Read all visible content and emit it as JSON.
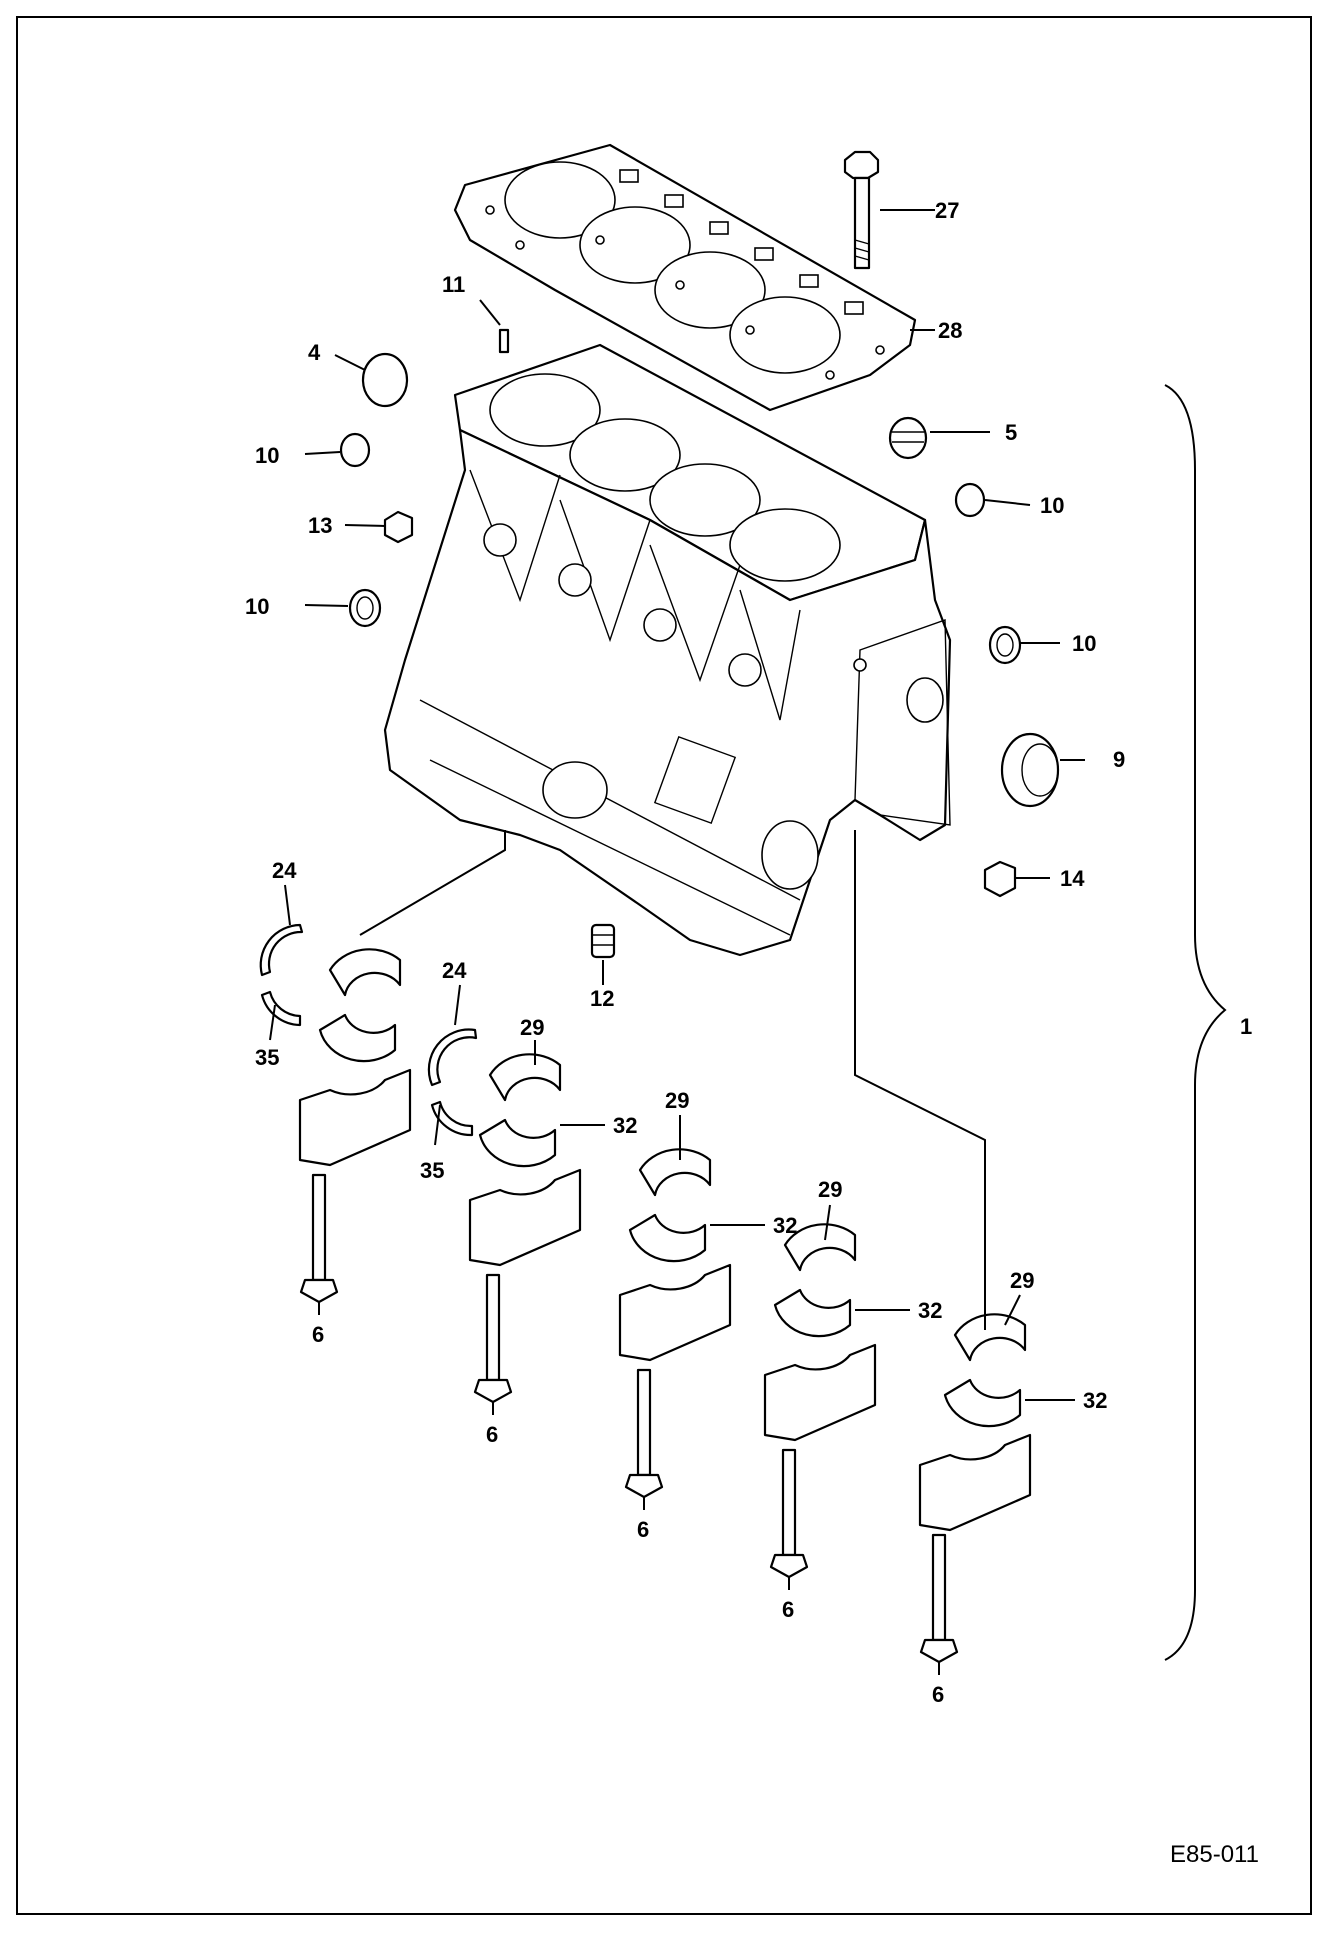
{
  "drawing_id": "E85-011",
  "callouts": [
    {
      "id": "27",
      "text": "27"
    },
    {
      "id": "28",
      "text": "28"
    },
    {
      "id": "11",
      "text": "11"
    },
    {
      "id": "4",
      "text": "4"
    },
    {
      "id": "5",
      "text": "5"
    },
    {
      "id": "10a",
      "text": "10"
    },
    {
      "id": "10b",
      "text": "10"
    },
    {
      "id": "13",
      "text": "13"
    },
    {
      "id": "10c",
      "text": "10"
    },
    {
      "id": "10d",
      "text": "10"
    },
    {
      "id": "9",
      "text": "9"
    },
    {
      "id": "14",
      "text": "14"
    },
    {
      "id": "12",
      "text": "12"
    },
    {
      "id": "1",
      "text": "1"
    },
    {
      "id": "24a",
      "text": "24"
    },
    {
      "id": "35a",
      "text": "35"
    },
    {
      "id": "24b",
      "text": "24"
    },
    {
      "id": "35b",
      "text": "35"
    },
    {
      "id": "29a",
      "text": "29"
    },
    {
      "id": "32a",
      "text": "32"
    },
    {
      "id": "29b",
      "text": "29"
    },
    {
      "id": "32b",
      "text": "32"
    },
    {
      "id": "29c",
      "text": "29"
    },
    {
      "id": "32c",
      "text": "32"
    },
    {
      "id": "29d",
      "text": "29"
    },
    {
      "id": "32d",
      "text": "32"
    },
    {
      "id": "6a",
      "text": "6"
    },
    {
      "id": "6b",
      "text": "6"
    },
    {
      "id": "6c",
      "text": "6"
    },
    {
      "id": "6d",
      "text": "6"
    },
    {
      "id": "6e",
      "text": "6"
    }
  ]
}
